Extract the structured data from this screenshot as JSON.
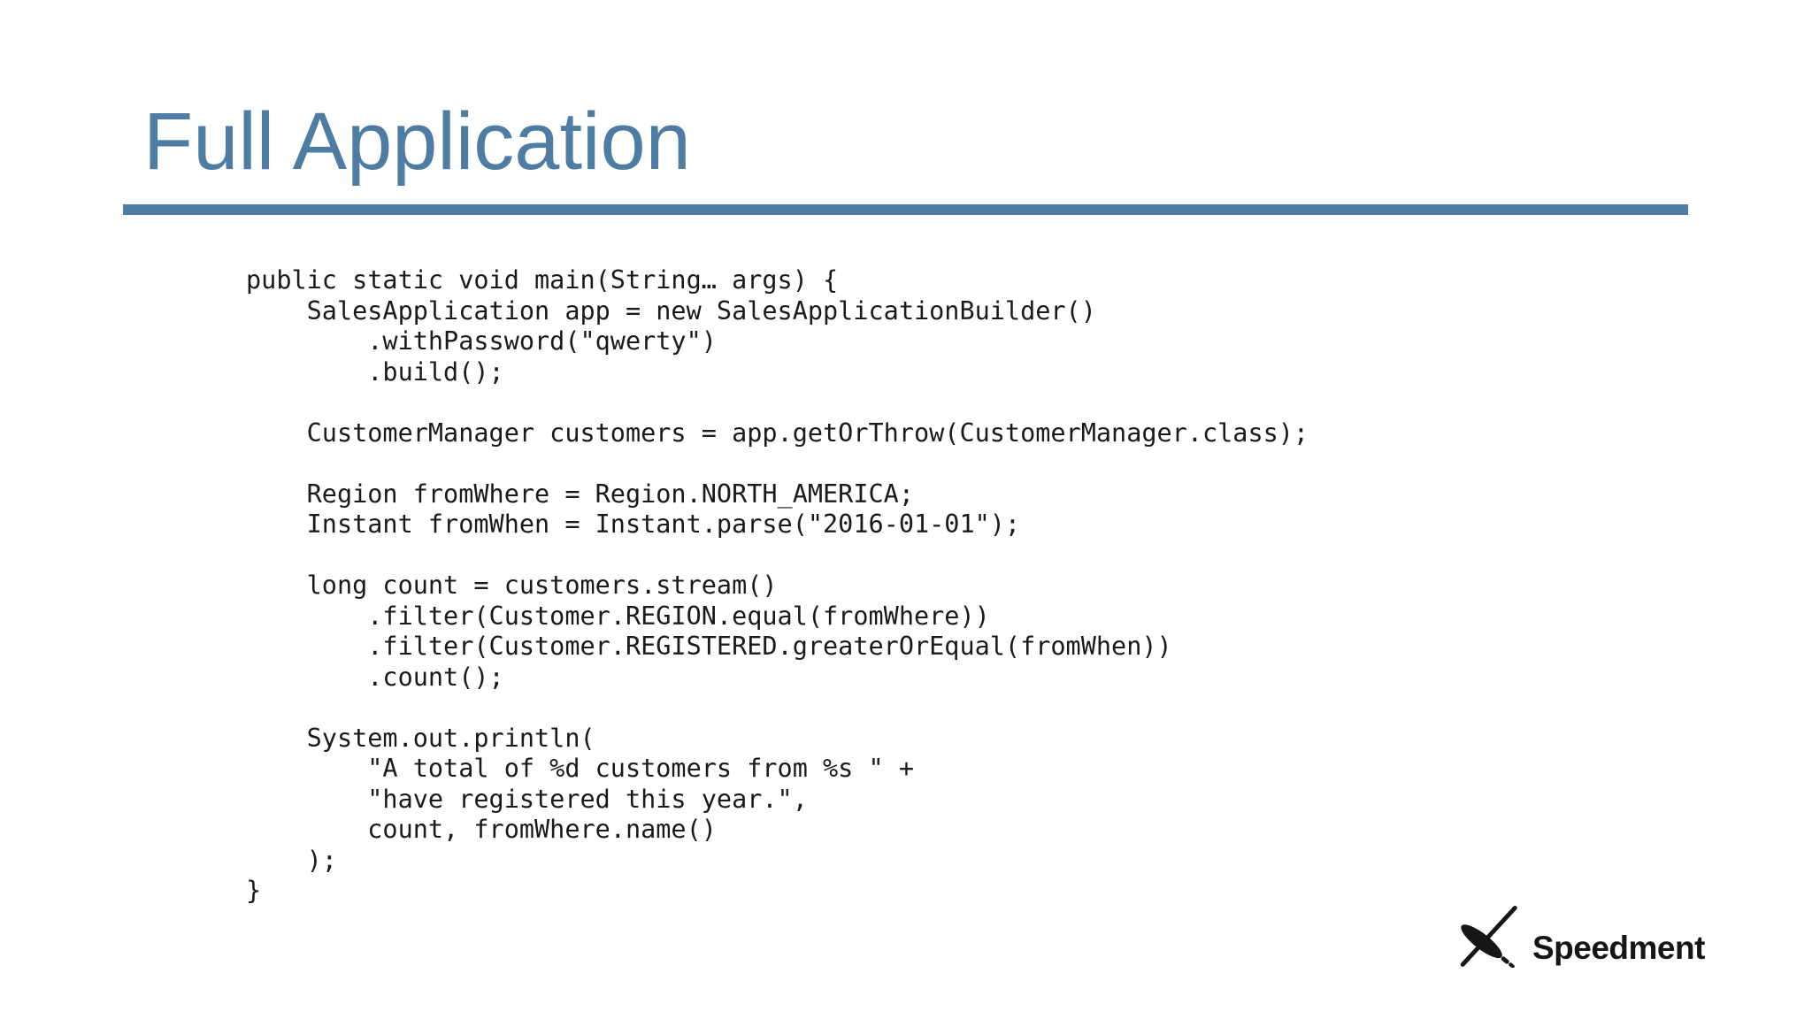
{
  "slide": {
    "title": "Full Application"
  },
  "colors": {
    "accent_blue": "#4F7CA3",
    "rule_blue": "#4F7DA4",
    "code_text": "#1A1A1A",
    "logo_black": "#161616",
    "background": "#FFFFFF"
  },
  "code": {
    "language": "java",
    "text": "public static void main(String… args) {\n    SalesApplication app = new SalesApplicationBuilder()\n        .withPassword(\"qwerty\")\n        .build();\n\n    CustomerManager customers = app.getOrThrow(CustomerManager.class);\n\n    Region fromWhere = Region.NORTH_AMERICA;\n    Instant fromWhen = Instant.parse(\"2016-01-01\");\n\n    long count = customers.stream()\n        .filter(Customer.REGION.equal(fromWhere))\n        .filter(Customer.REGISTERED.greaterOrEqual(fromWhen))\n        .count();\n\n    System.out.println(\n        \"A total of %d customers from %s \" +\n        \"have registered this year.\",\n        count, fromWhere.name()\n    );\n}"
  },
  "logo": {
    "text": "Speedment",
    "icon": "speedment-x-mark"
  }
}
